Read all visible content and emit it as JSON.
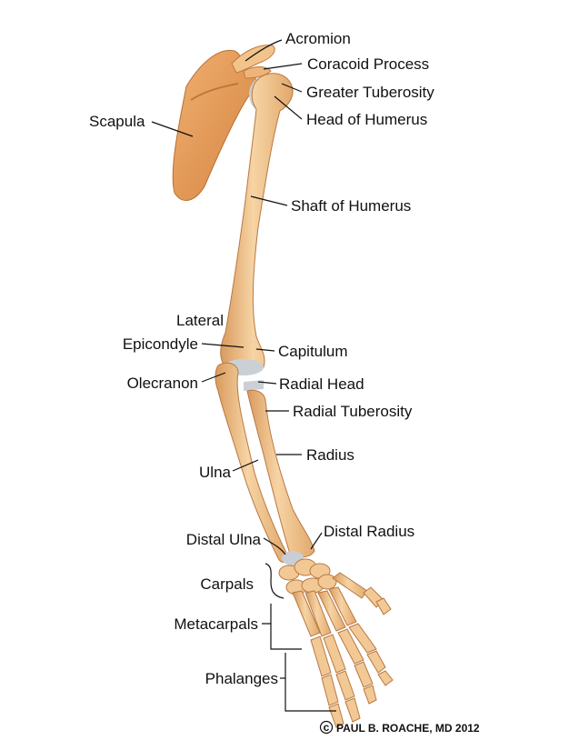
{
  "labels": {
    "acromion": "Acromion",
    "coracoid_process": "Coracoid Process",
    "greater_tuberosity": "Greater Tuberosity",
    "head_of_humerus": "Head of Humerus",
    "scapula": "Scapula",
    "shaft_of_humerus": "Shaft of Humerus",
    "lateral": "Lateral",
    "epicondyle": "Epicondyle",
    "capitulum": "Capitulum",
    "olecranon": "Olecranon",
    "radial_head": "Radial Head",
    "radial_tuberosity": "Radial Tuberosity",
    "radius": "Radius",
    "ulna": "Ulna",
    "distal_ulna": "Distal Ulna",
    "distal_radius": "Distal Radius",
    "carpals": "Carpals",
    "metacarpals": "Metacarpals",
    "phalanges": "Phalanges"
  },
  "credit": {
    "symbol": "c",
    "text": "PAUL B. ROACHE, MD 2012"
  },
  "colors": {
    "bone": "#f0c48e",
    "bone_dark": "#d9955a",
    "bone_light": "#f8dcb4",
    "cartilage": "#c9ced6",
    "scapula": "#e59a57"
  }
}
